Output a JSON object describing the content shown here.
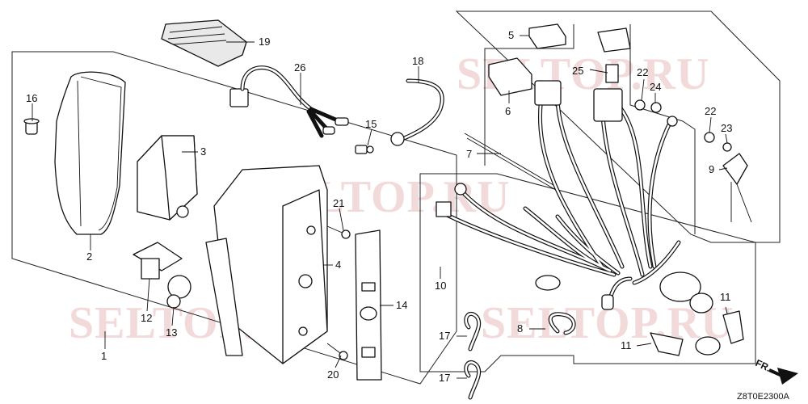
{
  "watermark": "SELTOP.RU",
  "diagram_code": "Z8T0E2300A",
  "direction_label": "FR.",
  "callouts": {
    "c1": "1",
    "c2": "2",
    "c3": "3",
    "c4": "4",
    "c5": "5",
    "c6": "6",
    "c7": "7",
    "c8": "8",
    "c9": "9",
    "c10": "10",
    "c11a": "11",
    "c11b": "11",
    "c12": "12",
    "c13": "13",
    "c14": "14",
    "c15": "15",
    "c16": "16",
    "c17a": "17",
    "c17b": "17",
    "c18": "18",
    "c19": "19",
    "c20": "20",
    "c21": "21",
    "c22a": "22",
    "c22b": "22",
    "c23": "23",
    "c24": "24",
    "c25": "25",
    "c26": "26"
  }
}
